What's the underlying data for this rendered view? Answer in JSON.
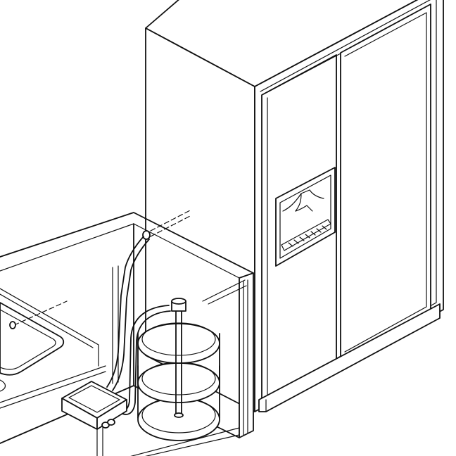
{
  "illustration": {
    "subject": "refrigerator-water-filter-installation",
    "colors": {
      "line": "#111111",
      "background": "#ffffff"
    },
    "parts": [
      "side-by-side-refrigerator",
      "water-dispenser",
      "sink-cabinet",
      "water-pipe",
      "filter-housing-tank",
      "pump-unit",
      "kitchen-sink"
    ]
  }
}
